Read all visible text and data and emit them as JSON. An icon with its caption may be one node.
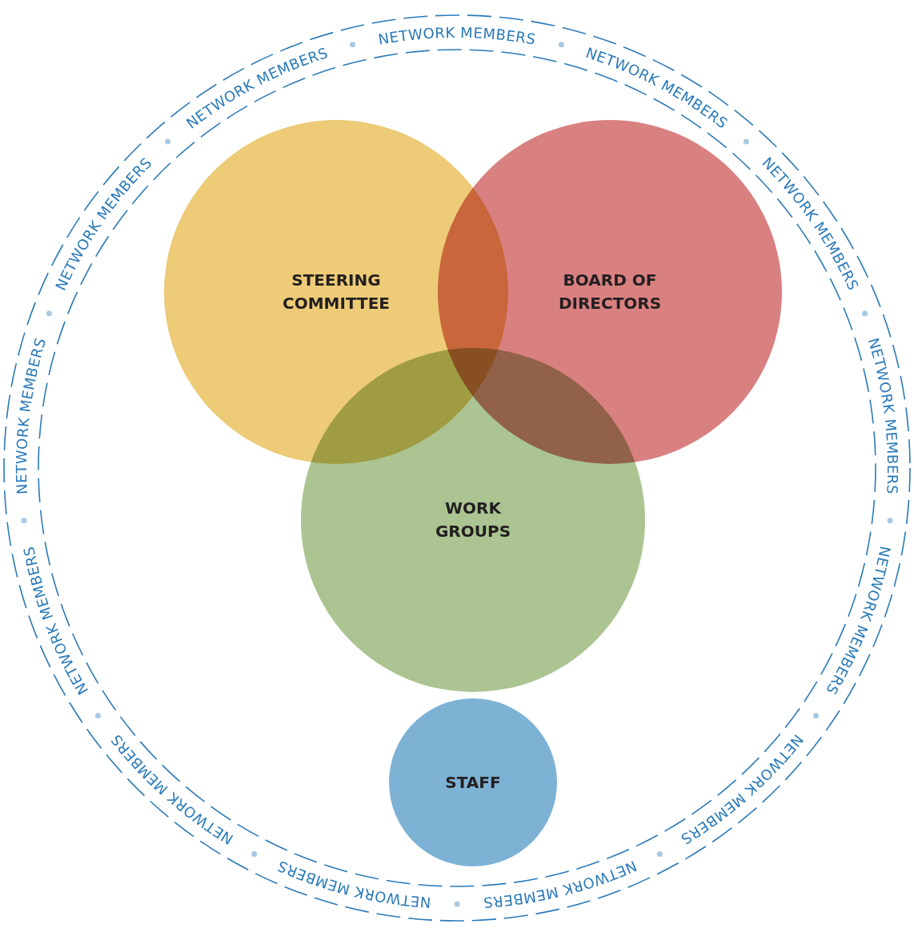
{
  "diagram": {
    "nodes": [
      {
        "text": [
          "STEERING COMMITTEE"
        ]
      },
      {
        "text": [
          "BOARD OF DIRECTORS"
        ]
      },
      {
        "text": [
          "WORK GROUPS"
        ]
      },
      {
        "text": [
          "STAFF"
        ]
      }
    ],
    "labels": [
      "NETWORK MEMBERS",
      "NETWORK MEMBERS",
      "NETWORK MEMBERS",
      "NETWORK MEMBERS",
      "NETWORK MEMBERS",
      "NETWORK MEMBERS",
      "NETWORK MEMBERS",
      "NETWORK MEMBERS",
      "NETWORK MEMBERS",
      "NETWORK MEMBERS",
      "NETWORK MEMBERS",
      "NETWORK MEMBERS",
      "NETWORK MEMBERS"
    ]
  }
}
